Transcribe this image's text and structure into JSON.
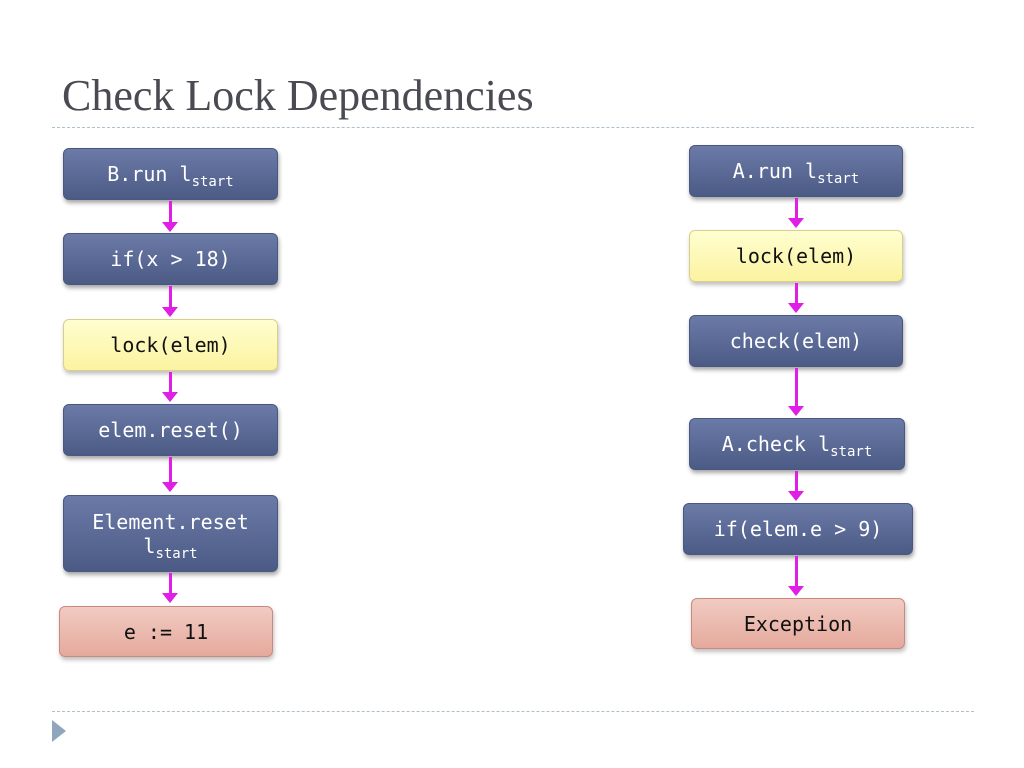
{
  "slide": {
    "title": "Check Lock Dependencies"
  },
  "left_flow": {
    "b_run": {
      "main": "B.run l",
      "sub": "start"
    },
    "if_x": "if(x > 18)",
    "lock": "lock(elem)",
    "elem_reset": "elem.reset()",
    "element_reset": {
      "line1": "Element.reset",
      "main": "l",
      "sub": "start"
    },
    "assign": "e := 11"
  },
  "right_flow": {
    "a_run": {
      "main": "A.run l",
      "sub": "start"
    },
    "lock": "lock(elem)",
    "check": "check(elem)",
    "a_check": {
      "main": "A.check l",
      "sub": "start"
    },
    "if_elem": "if(elem.e > 9)",
    "exception": "Exception"
  },
  "colors": {
    "node_blue": "#5a6894",
    "node_yellow": "#fdf8b5",
    "node_pink": "#eab5a9",
    "arrow": "#e01ee6"
  }
}
